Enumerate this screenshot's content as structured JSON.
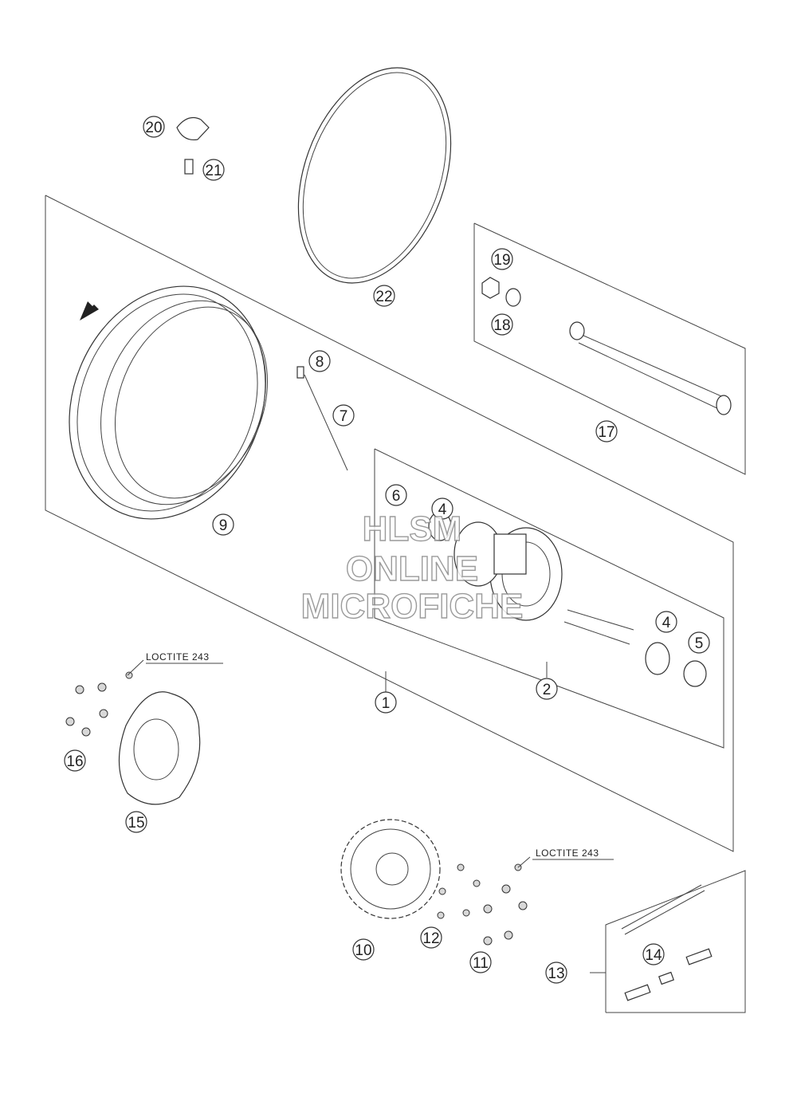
{
  "callouts": [
    "1",
    "2",
    "4",
    "4",
    "5",
    "6",
    "7",
    "8",
    "9",
    "10",
    "11",
    "12",
    "13",
    "14",
    "15",
    "16",
    "17",
    "18",
    "19",
    "20",
    "21",
    "22"
  ],
  "notes": {
    "loctite_left": "LOCTITE 243",
    "loctite_right": "LOCTITE 243"
  },
  "watermark": {
    "line1": "HLSM",
    "line2": "ONLINE",
    "line3": "MICROFICHE"
  },
  "colors": {
    "line": "#444444",
    "watermark_stroke": "#8a8a8a",
    "background": "#ffffff"
  }
}
